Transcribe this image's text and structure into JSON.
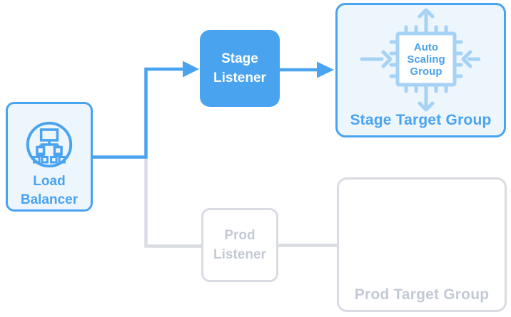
{
  "diagram": {
    "nodes": {
      "load_balancer": {
        "label": "Load Balancer",
        "lines": [
          "Load",
          "Balancer"
        ],
        "status": "active",
        "icon": "load-balancer-network-icon"
      },
      "stage_listener": {
        "label": "Stage Listener",
        "lines": [
          "Stage",
          "Listener"
        ],
        "status": "active"
      },
      "prod_listener": {
        "label": "Prod Listener",
        "lines": [
          "Prod",
          "Listener"
        ],
        "status": "inactive"
      },
      "stage_target_group": {
        "label": "Stage Target Group",
        "status": "active"
      },
      "auto_scaling_group": {
        "label": "Auto Scaling Group",
        "lines": [
          "Auto",
          "Scaling",
          "Group"
        ],
        "status": "active",
        "icon": "auto-scaling-chip-icon",
        "parent": "stage_target_group"
      },
      "prod_target_group": {
        "label": "Prod Target Group",
        "status": "inactive"
      }
    },
    "edges": [
      {
        "from": "load_balancer",
        "to": "stage_listener",
        "type": "arrow",
        "color": "#4aa3ef"
      },
      {
        "from": "stage_listener",
        "to": "stage_target_group",
        "type": "arrow",
        "color": "#4aa3ef"
      },
      {
        "from": "load_balancer",
        "to": "prod_listener",
        "type": "line",
        "color": "#d9dce2"
      },
      {
        "from": "prod_listener",
        "to": "prod_target_group",
        "type": "line",
        "color": "#d9dce2"
      }
    ],
    "colors": {
      "accent_blue": "#4aa3ef",
      "pale_blue_fill": "#edf5fd",
      "icon_light_blue": "#a6d2f6",
      "inactive_border": "#d9dce2",
      "inactive_text": "#c4cad5",
      "text_on_blue": "#ffffff",
      "background": "#ffffff"
    }
  }
}
